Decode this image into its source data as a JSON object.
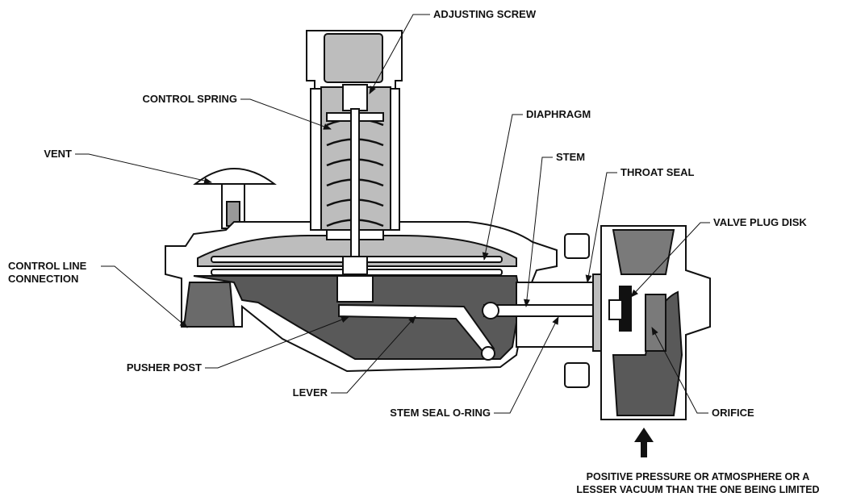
{
  "labels": {
    "adjusting_screw": "ADJUSTING SCREW",
    "control_spring": "CONTROL SPRING",
    "diaphragm": "DIAPHRAGM",
    "vent": "VENT",
    "stem": "STEM",
    "throat_seal": "THROAT SEAL",
    "valve_plug_disk": "VALVE PLUG DISK",
    "control_line_1": "CONTROL LINE",
    "control_line_2": "CONNECTION",
    "pusher_post": "PUSHER POST",
    "lever": "LEVER",
    "stem_seal_oring": "STEM SEAL O-RING",
    "orifice": "ORIFICE"
  },
  "caption": {
    "line1": "POSITIVE PRESSURE OR ATMOSPHERE OR A",
    "line2": "LESSER VACUUM THAN THE ONE BEING LIMITED"
  },
  "colors": {
    "outline": "#111111",
    "dark_fill": "#595959",
    "medium_fill": "#7a7a7a",
    "light_fill": "#bdbdbd",
    "body_fill": "#ffffff"
  }
}
